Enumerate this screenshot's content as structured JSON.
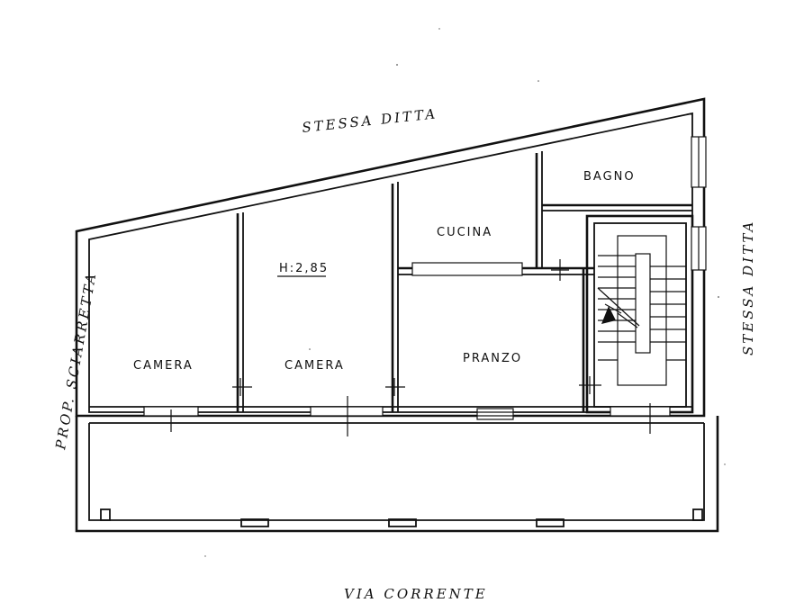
{
  "plan": {
    "neighbors": {
      "top": "STESSA DITTA",
      "right": "STESSA DITTA",
      "left": "PROP. SCIARRETTA",
      "bottom": "VIA CORRENTE"
    },
    "rooms": {
      "camera_1": "CAMERA",
      "camera_2": "CAMERA",
      "cucina": "CUCINA",
      "bagno": "BAGNO",
      "pranzo": "PRANZO"
    },
    "ceiling_height": "H:2,85"
  }
}
